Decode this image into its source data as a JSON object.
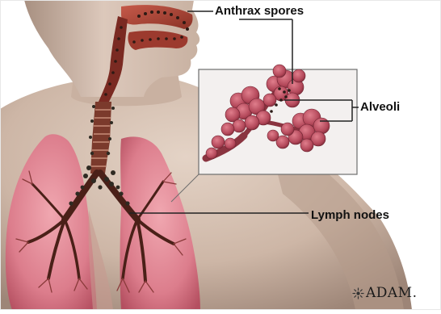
{
  "labels": {
    "anthrax_spores": "Anthrax spores",
    "alveoli": "Alveoli",
    "lymph_nodes": "Lymph nodes"
  },
  "logo": {
    "text": "ADAM."
  },
  "colors": {
    "skin": "#d8c4b6",
    "skin_shadow": "#a78e80",
    "lung": "#e28a96",
    "lung_dark": "#b94a5c",
    "airway": "#8a3a2c",
    "alveoli": "#b8485a",
    "inset_bg": "#f2efee",
    "leader_line": "#222222"
  }
}
